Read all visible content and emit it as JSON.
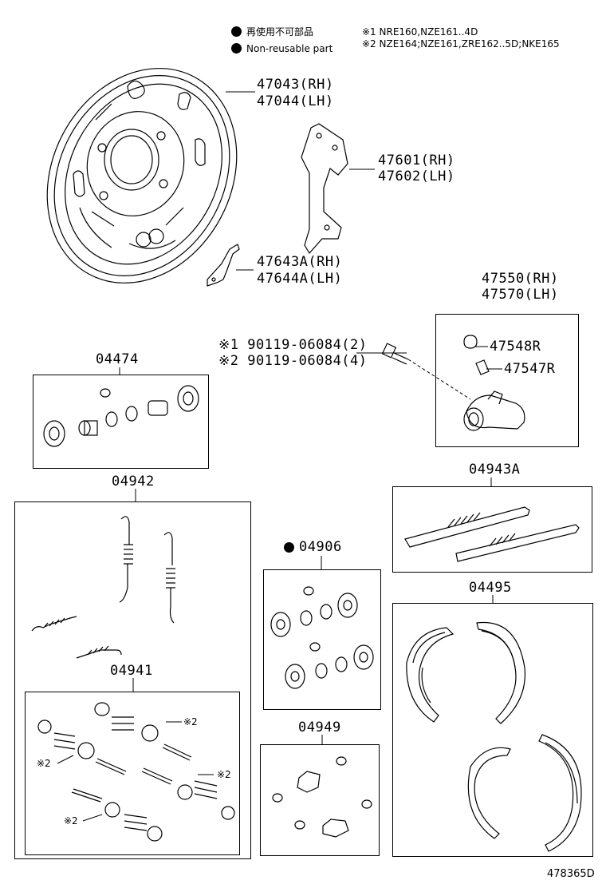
{
  "legend": {
    "jp": "再使用不可部品",
    "en": "Non-reusable part",
    "note1": "※1 NRE160,NZE161..4D",
    "note2": "※2 NZE164;NZE161,ZRE162..5D;NKE165"
  },
  "parts": {
    "plate_rh": "47043(RH)",
    "plate_lh": "47044(LH)",
    "bracket_rh": "47601(RH)",
    "bracket_lh": "47602(LH)",
    "lever_rh": "47643A(RH)",
    "lever_lh": "47644A(LH)",
    "cyl_rh": "47550(RH)",
    "cyl_lh": "47570(LH)",
    "bleeder_cap": "47548R",
    "bleeder_plug": "47547R",
    "bolt1": "※1 90119-06084(2)",
    "bolt2": "※2 90119-06084(4)",
    "kit_04474": "04474",
    "kit_04942": "04942",
    "kit_04943a": "04943A",
    "kit_04906": "04906",
    "kit_04495": "04495",
    "kit_04941": "04941",
    "kit_04949": "04949",
    "mark2": "※2",
    "diagram_id": "478365D"
  }
}
